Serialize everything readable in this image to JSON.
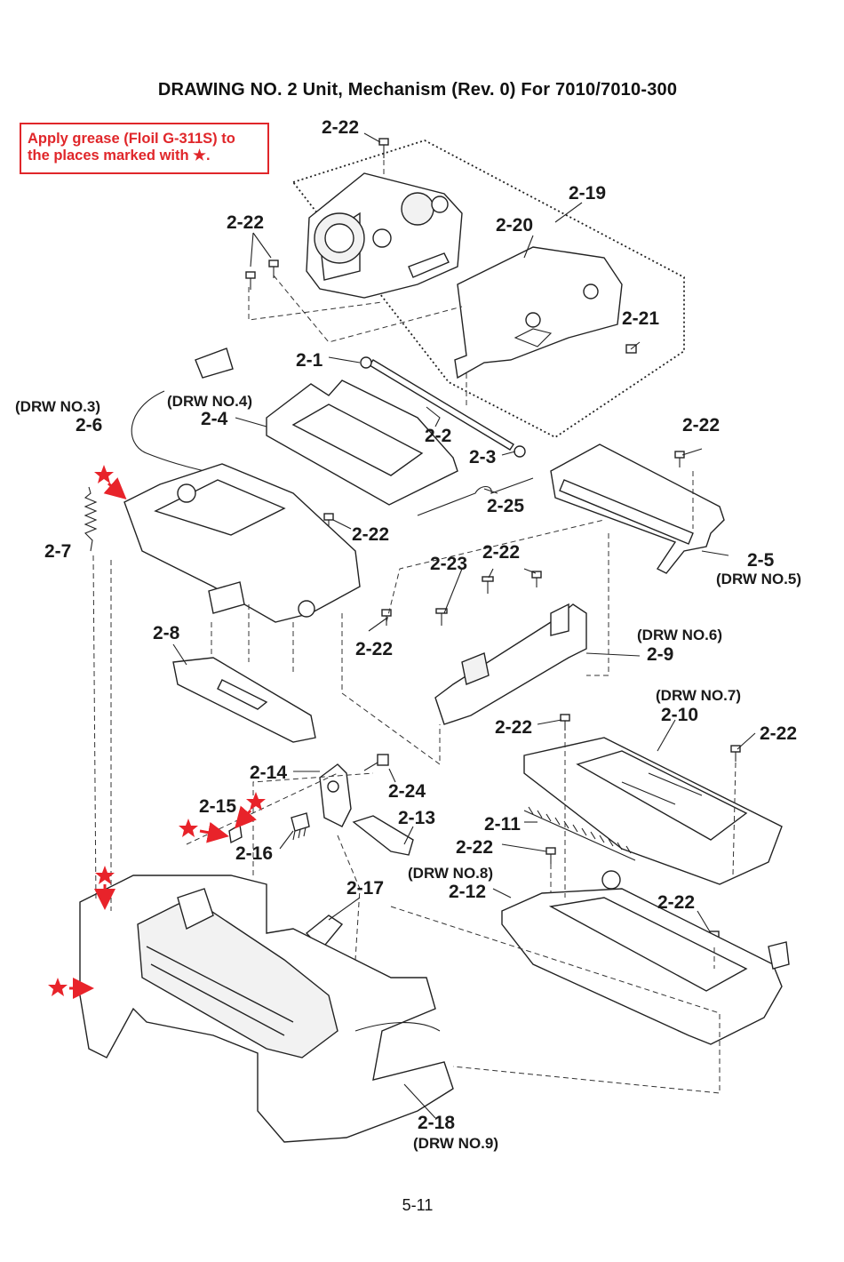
{
  "title": "DRAWING NO. 2    Unit, Mechanism (Rev. 0) For 7010/7010-300",
  "note": {
    "line1": "Apply grease (Floil G-311S) to",
    "line2": "the places marked with ★."
  },
  "page_number": "5-11",
  "parts": {
    "p2_1": "2-1",
    "p2_2": "2-2",
    "p2_3": "2-3",
    "p2_4": "2-4",
    "p2_5": "2-5",
    "p2_6": "2-6",
    "p2_7": "2-7",
    "p2_8": "2-8",
    "p2_9": "2-9",
    "p2_10": "2-10",
    "p2_11": "2-11",
    "p2_12": "2-12",
    "p2_13": "2-13",
    "p2_14": "2-14",
    "p2_15": "2-15",
    "p2_16": "2-16",
    "p2_17": "2-17",
    "p2_18": "2-18",
    "p2_19": "2-19",
    "p2_20": "2-20",
    "p2_21": "2-21",
    "p2_22": "2-22",
    "p2_23": "2-23",
    "p2_24": "2-24",
    "p2_25": "2-25"
  },
  "refs": {
    "drw3": "(DRW NO.3)",
    "drw4": "(DRW NO.4)",
    "drw5": "(DRW NO.5)",
    "drw6": "(DRW NO.6)",
    "drw7": "(DRW NO.7)",
    "drw8": "(DRW NO.8)",
    "drw9": "(DRW NO.9)"
  },
  "grease_marker_icon": "star-icon",
  "colors": {
    "accent": "#e8232a",
    "line": "#222222"
  }
}
